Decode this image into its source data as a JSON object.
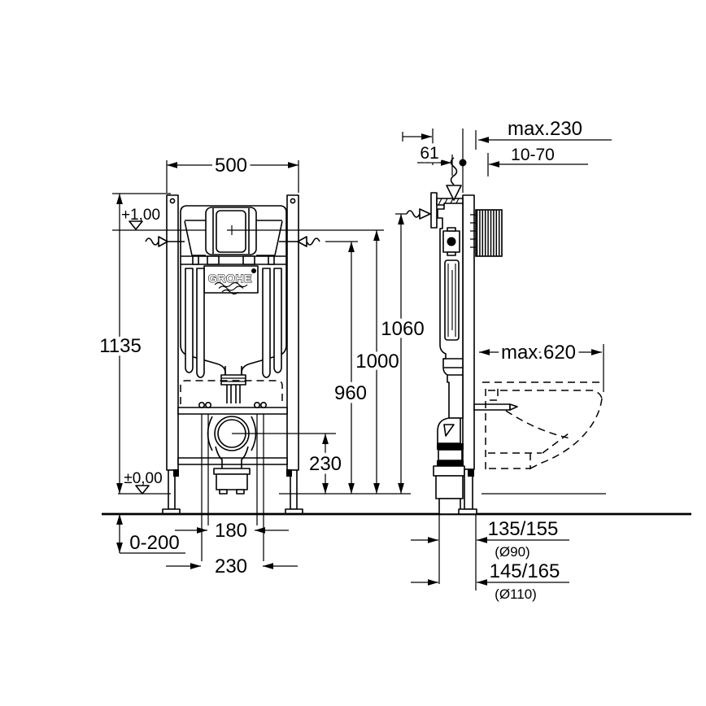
{
  "drawing": {
    "brand": "GROHE",
    "front_view": {
      "width": "500",
      "frame_height": "1135",
      "level_actuation": "+1,00",
      "level_floor": "±0,00",
      "foot_adjust_range": "0-200",
      "bolt_spacing_inner": "180",
      "bolt_spacing_outer": "230",
      "outlet_center_height": "230",
      "height_960": "960",
      "height_1000": "1000",
      "height_1060": "1060"
    },
    "side_view": {
      "front_offset": "61",
      "max_top": "max.230",
      "wall_thickness_range": "10-70",
      "max_bowl_depth": "max.620",
      "drain_90_offset": "135/155",
      "drain_90_dia": "(Ø90)",
      "drain_110_offset": "145/165",
      "drain_110_dia": "(Ø110)"
    }
  }
}
